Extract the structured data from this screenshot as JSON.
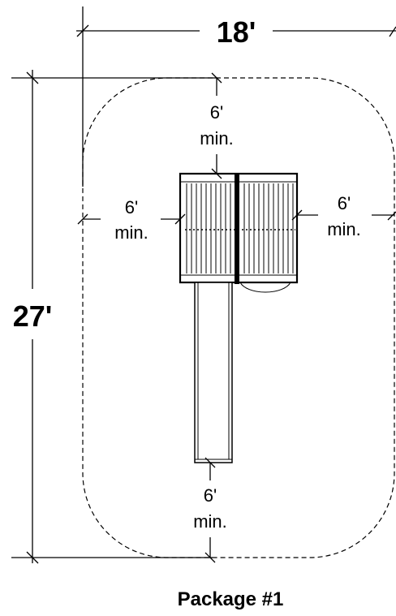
{
  "dimensions": {
    "width_label": "18'",
    "depth_label": "27'"
  },
  "clearances": {
    "top": {
      "value": "6'",
      "unit": "min."
    },
    "left": {
      "value": "6'",
      "unit": "min."
    },
    "right": {
      "value": "6'",
      "unit": "min."
    },
    "bottom": {
      "value": "6'",
      "unit": "min."
    }
  },
  "caption": "Package #1"
}
